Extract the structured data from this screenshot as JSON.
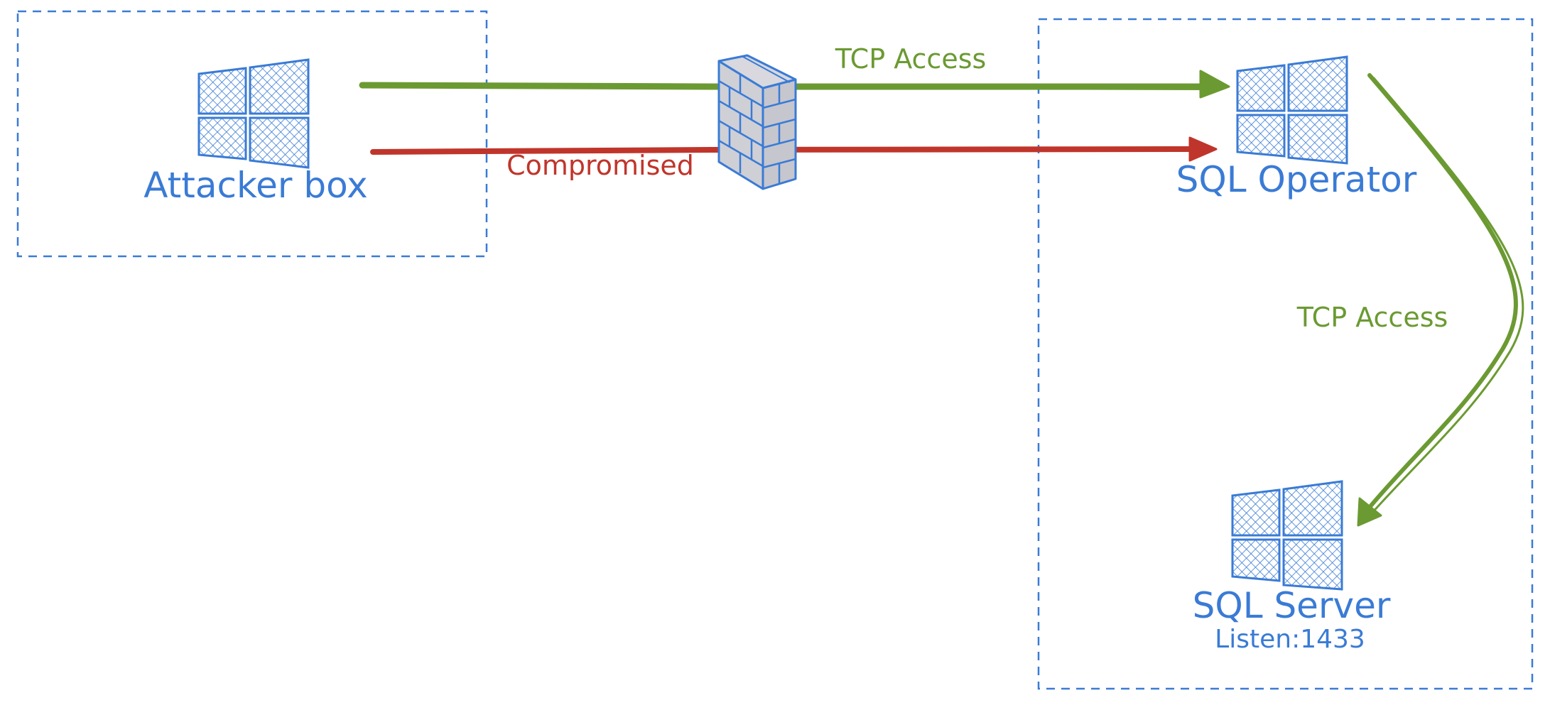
{
  "colors": {
    "blue": "#3a7bd5",
    "green": "#6b9a32",
    "red": "#c0352b",
    "wall_fill": "#cfcfd6",
    "grid_fill": "#b9d2f1"
  },
  "nodes": {
    "attacker": {
      "label": "Attacker box",
      "icon": "windows-logo-icon"
    },
    "operator": {
      "label": "SQL Operator",
      "icon": "windows-logo-icon"
    },
    "server": {
      "label": "SQL Server",
      "sublabel": "Listen:1433",
      "icon": "windows-logo-icon"
    },
    "firewall": {
      "icon": "firewall-brick-wall-icon"
    }
  },
  "edges": {
    "tcp_top": {
      "label": "TCP Access"
    },
    "compromised": {
      "label": "Compromised"
    },
    "tcp_down": {
      "label": "TCP Access"
    }
  }
}
